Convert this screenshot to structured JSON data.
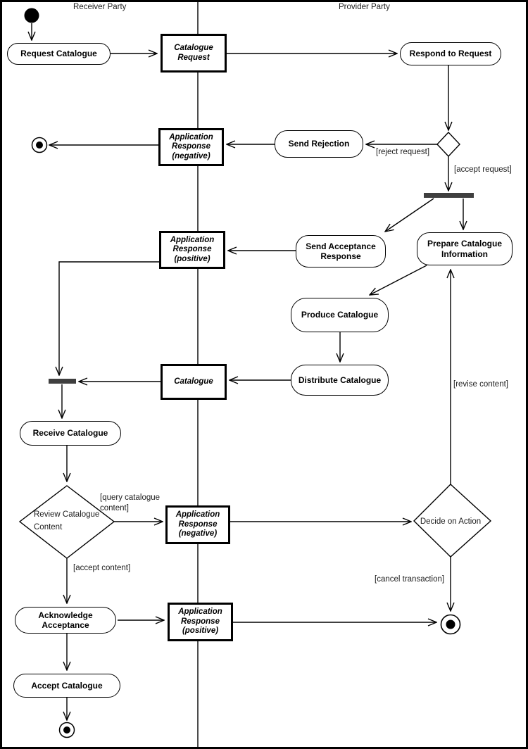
{
  "lanes": {
    "receiver": "Receiver Party",
    "provider": "Provider Party"
  },
  "activities": {
    "request_catalogue": "Request Catalogue",
    "respond_to_request": "Respond to Request",
    "send_rejection": "Send Rejection",
    "send_acceptance_response": "Send Acceptance Response",
    "prepare_catalogue_information": "Prepare Catalogue Information",
    "produce_catalogue": "Produce Catalogue",
    "distribute_catalogue": "Distribute Catalogue",
    "receive_catalogue": "Receive Catalogue",
    "acknowledge_acceptance": "Acknowledge Acceptance",
    "accept_catalogue": "Accept Catalogue"
  },
  "objects": {
    "catalogue_request": "Catalogue Request",
    "application_response_negative": "Application Response (negative)",
    "application_response_positive": "Application Response (positive)",
    "catalogue": "Catalogue"
  },
  "decisions": {
    "review_catalogue_content": "Review Catalogue Content",
    "decide_on_action": "Decide on Action"
  },
  "guards": {
    "reject_request": "[reject request]",
    "accept_request": "[accept request]",
    "query_catalogue_content": "[query catalogue content]",
    "accept_content": "[accept content]",
    "revise_content": "[revise content]",
    "cancel_transaction": "[cancel transaction]"
  },
  "colors": {
    "line": "#000000",
    "sync_bar": "#3f3f3f",
    "background": "#ffffff"
  }
}
